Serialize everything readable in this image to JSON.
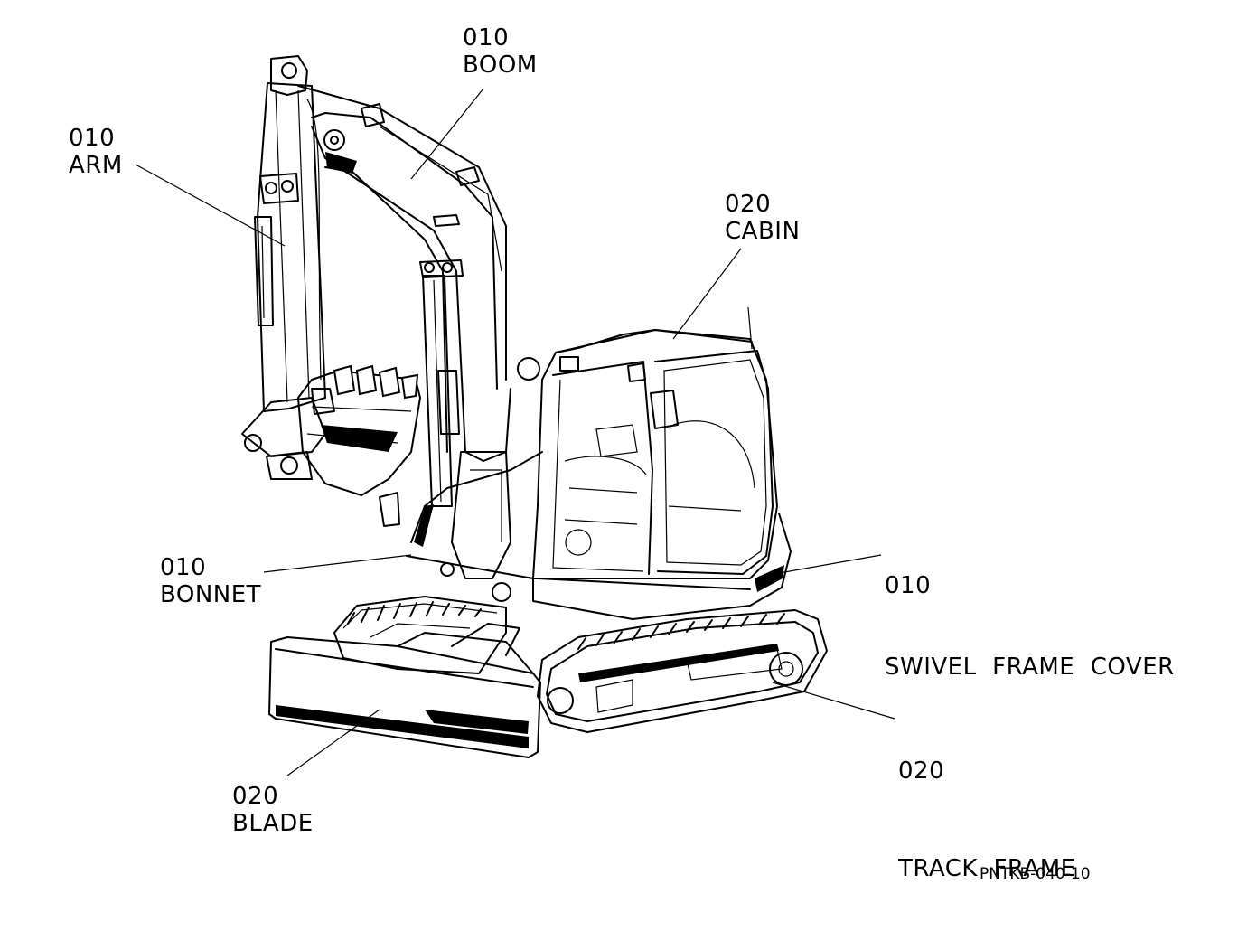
{
  "callouts": {
    "boom": {
      "code": "010",
      "name": "BOOM"
    },
    "arm": {
      "code": "010",
      "name": "ARM"
    },
    "cabin": {
      "code": "020",
      "name": "CABIN"
    },
    "swivel": {
      "code": "010",
      "name": "SWIVEL  FRAME  COVER"
    },
    "bonnet": {
      "code": "010",
      "name": "BONNET"
    },
    "track": {
      "code": "020",
      "name": "TRACK  FRAME"
    },
    "blade": {
      "code": "020",
      "name": "BLADE"
    }
  },
  "reference_code": "PNTKB-040-10"
}
